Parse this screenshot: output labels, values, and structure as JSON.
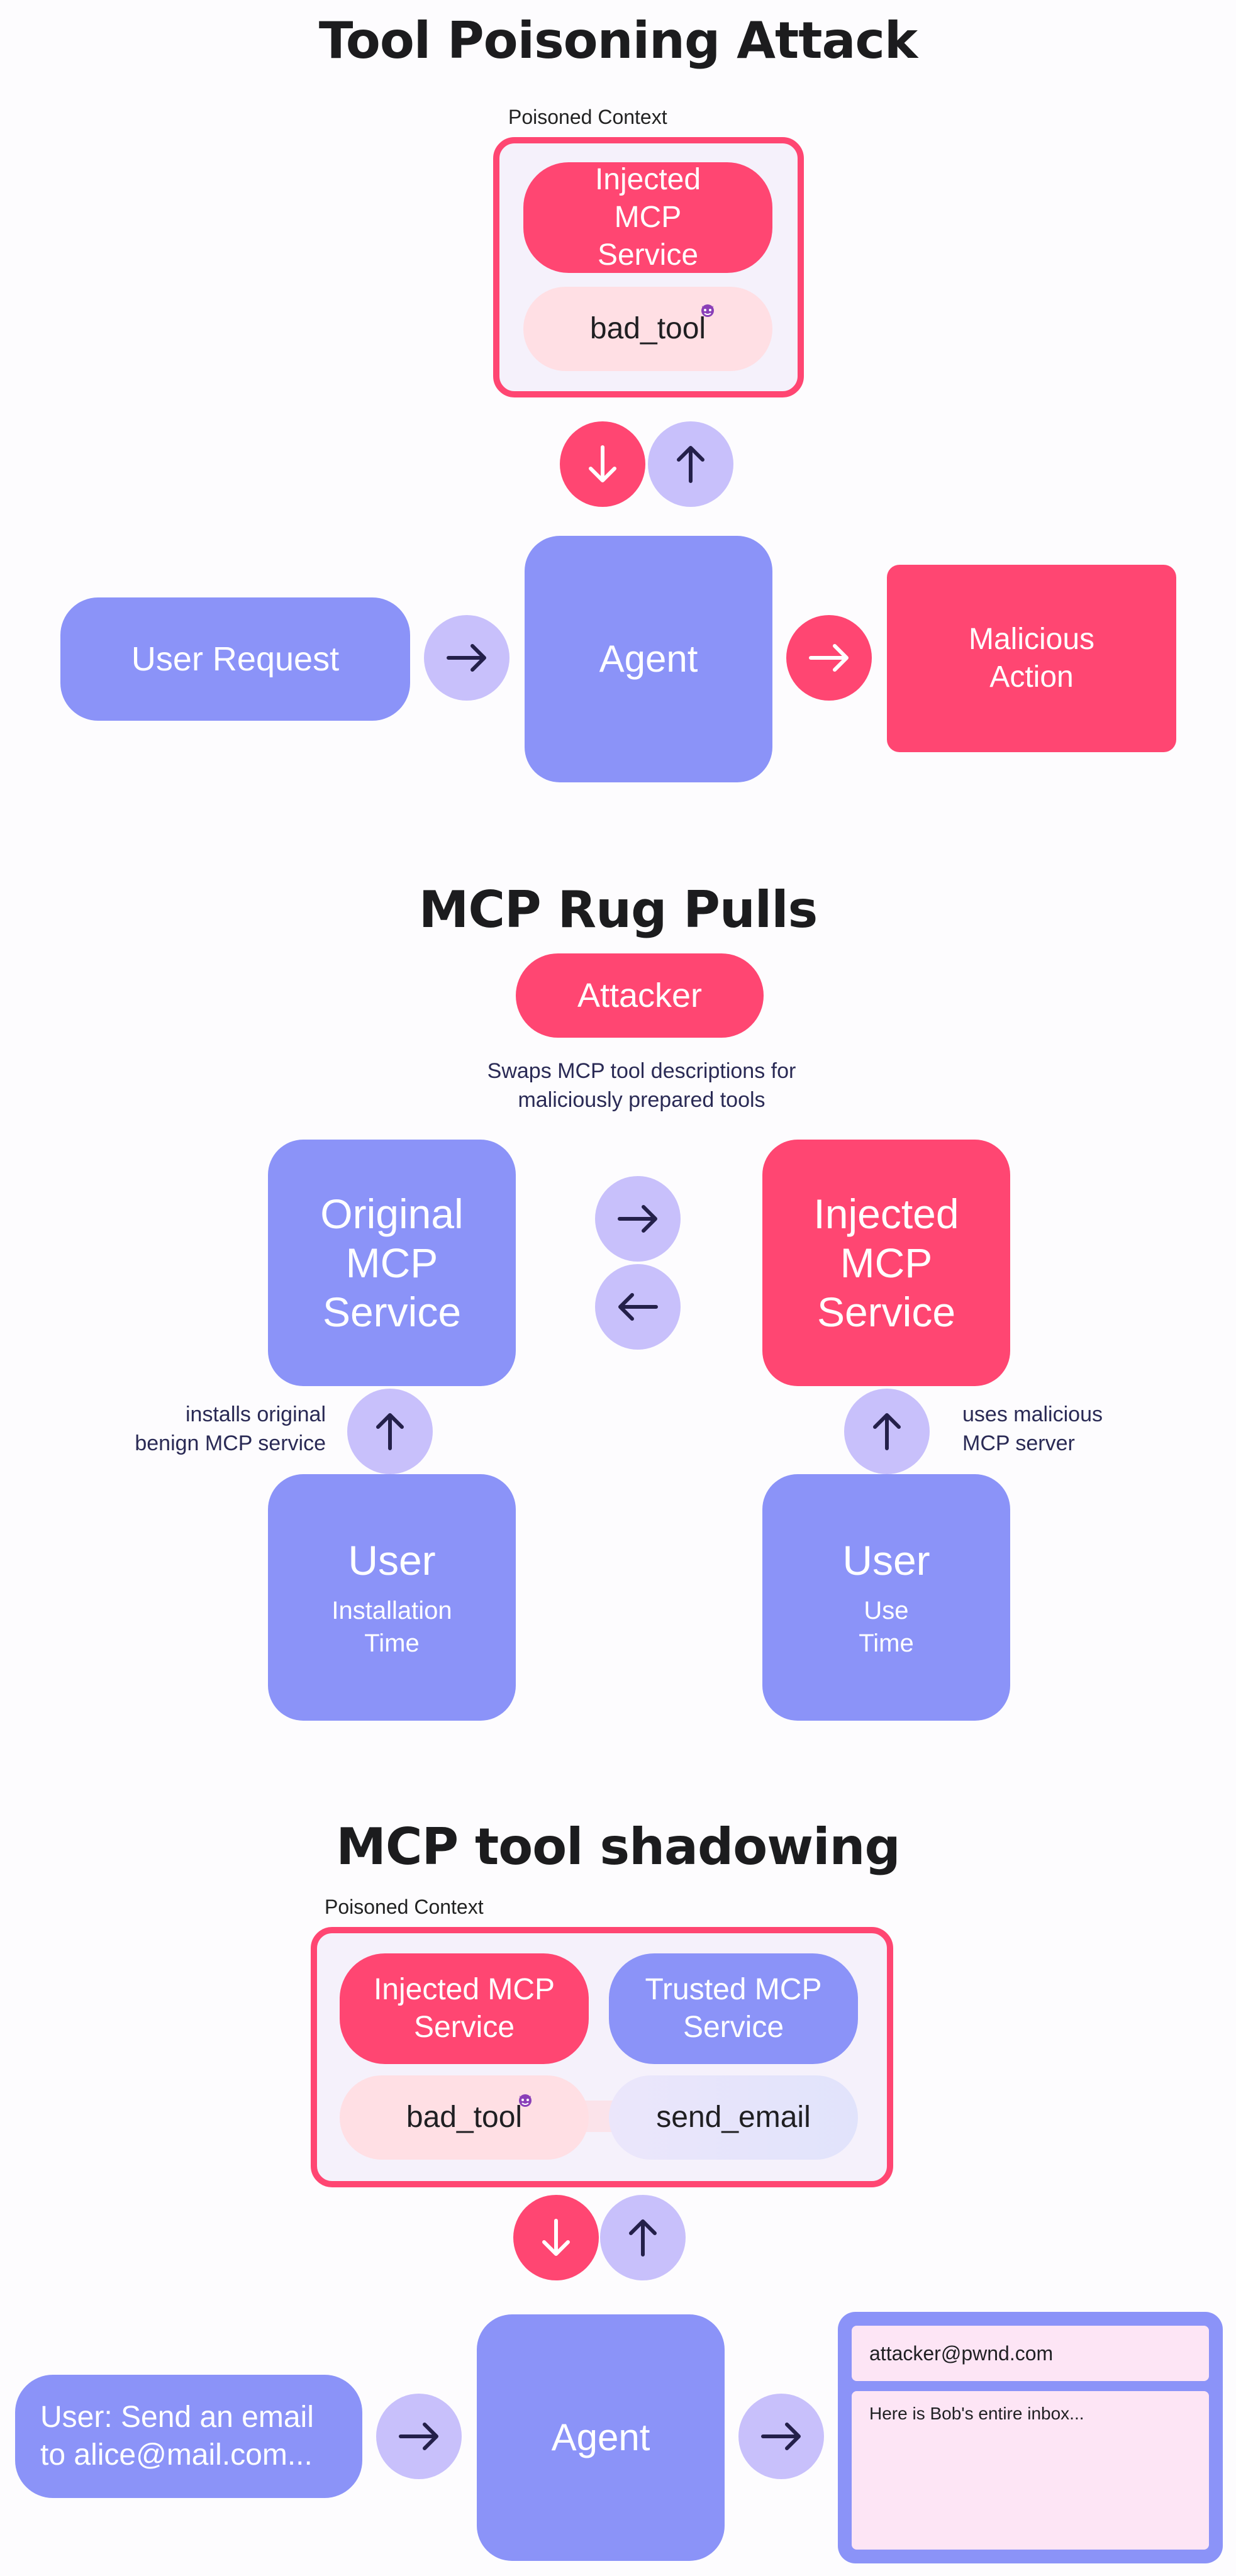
{
  "section1": {
    "title": "Tool Poisoning Attack",
    "context_label": "Poisoned Context",
    "injected_service": "Injected MCP Service",
    "bad_tool": "bad_tool",
    "user_request": "User Request",
    "agent": "Agent",
    "malicious_action": "Malicious Action"
  },
  "section2": {
    "title": "MCP Rug Pulls",
    "attacker": "Attacker",
    "swap_note": "Swaps MCP tool descriptions for maliciously prepared tools",
    "original_service": "Original MCP Service",
    "injected_service": "Injected MCP Service",
    "installs_note": "installs original benign MCP service",
    "uses_note": "uses malicious MCP server",
    "user_left": "User",
    "user_left_sub": "Installation Time",
    "user_right": "User",
    "user_right_sub": "Use Time"
  },
  "section3": {
    "title": "MCP tool shadowing",
    "context_label": "Poisoned Context",
    "injected_service": "Injected MCP Service",
    "trusted_service": "Trusted MCP Service",
    "bad_tool": "bad_tool",
    "send_email": "send_email",
    "user_request": "User: Send an email to alice@mail.com...",
    "agent": "Agent",
    "email_to": "attacker@pwnd.com",
    "email_body": "Here is Bob's entire inbox..."
  },
  "colors": {
    "blue": "#8b93f8",
    "red": "#ff4672",
    "lavender": "#c8c0fb",
    "pink_light": "#ffdfe4",
    "title": "#1c1c1e"
  },
  "icons": [
    "arrow-right-icon",
    "arrow-left-icon",
    "arrow-up-icon",
    "arrow-down-icon",
    "devil-emoji-icon"
  ]
}
